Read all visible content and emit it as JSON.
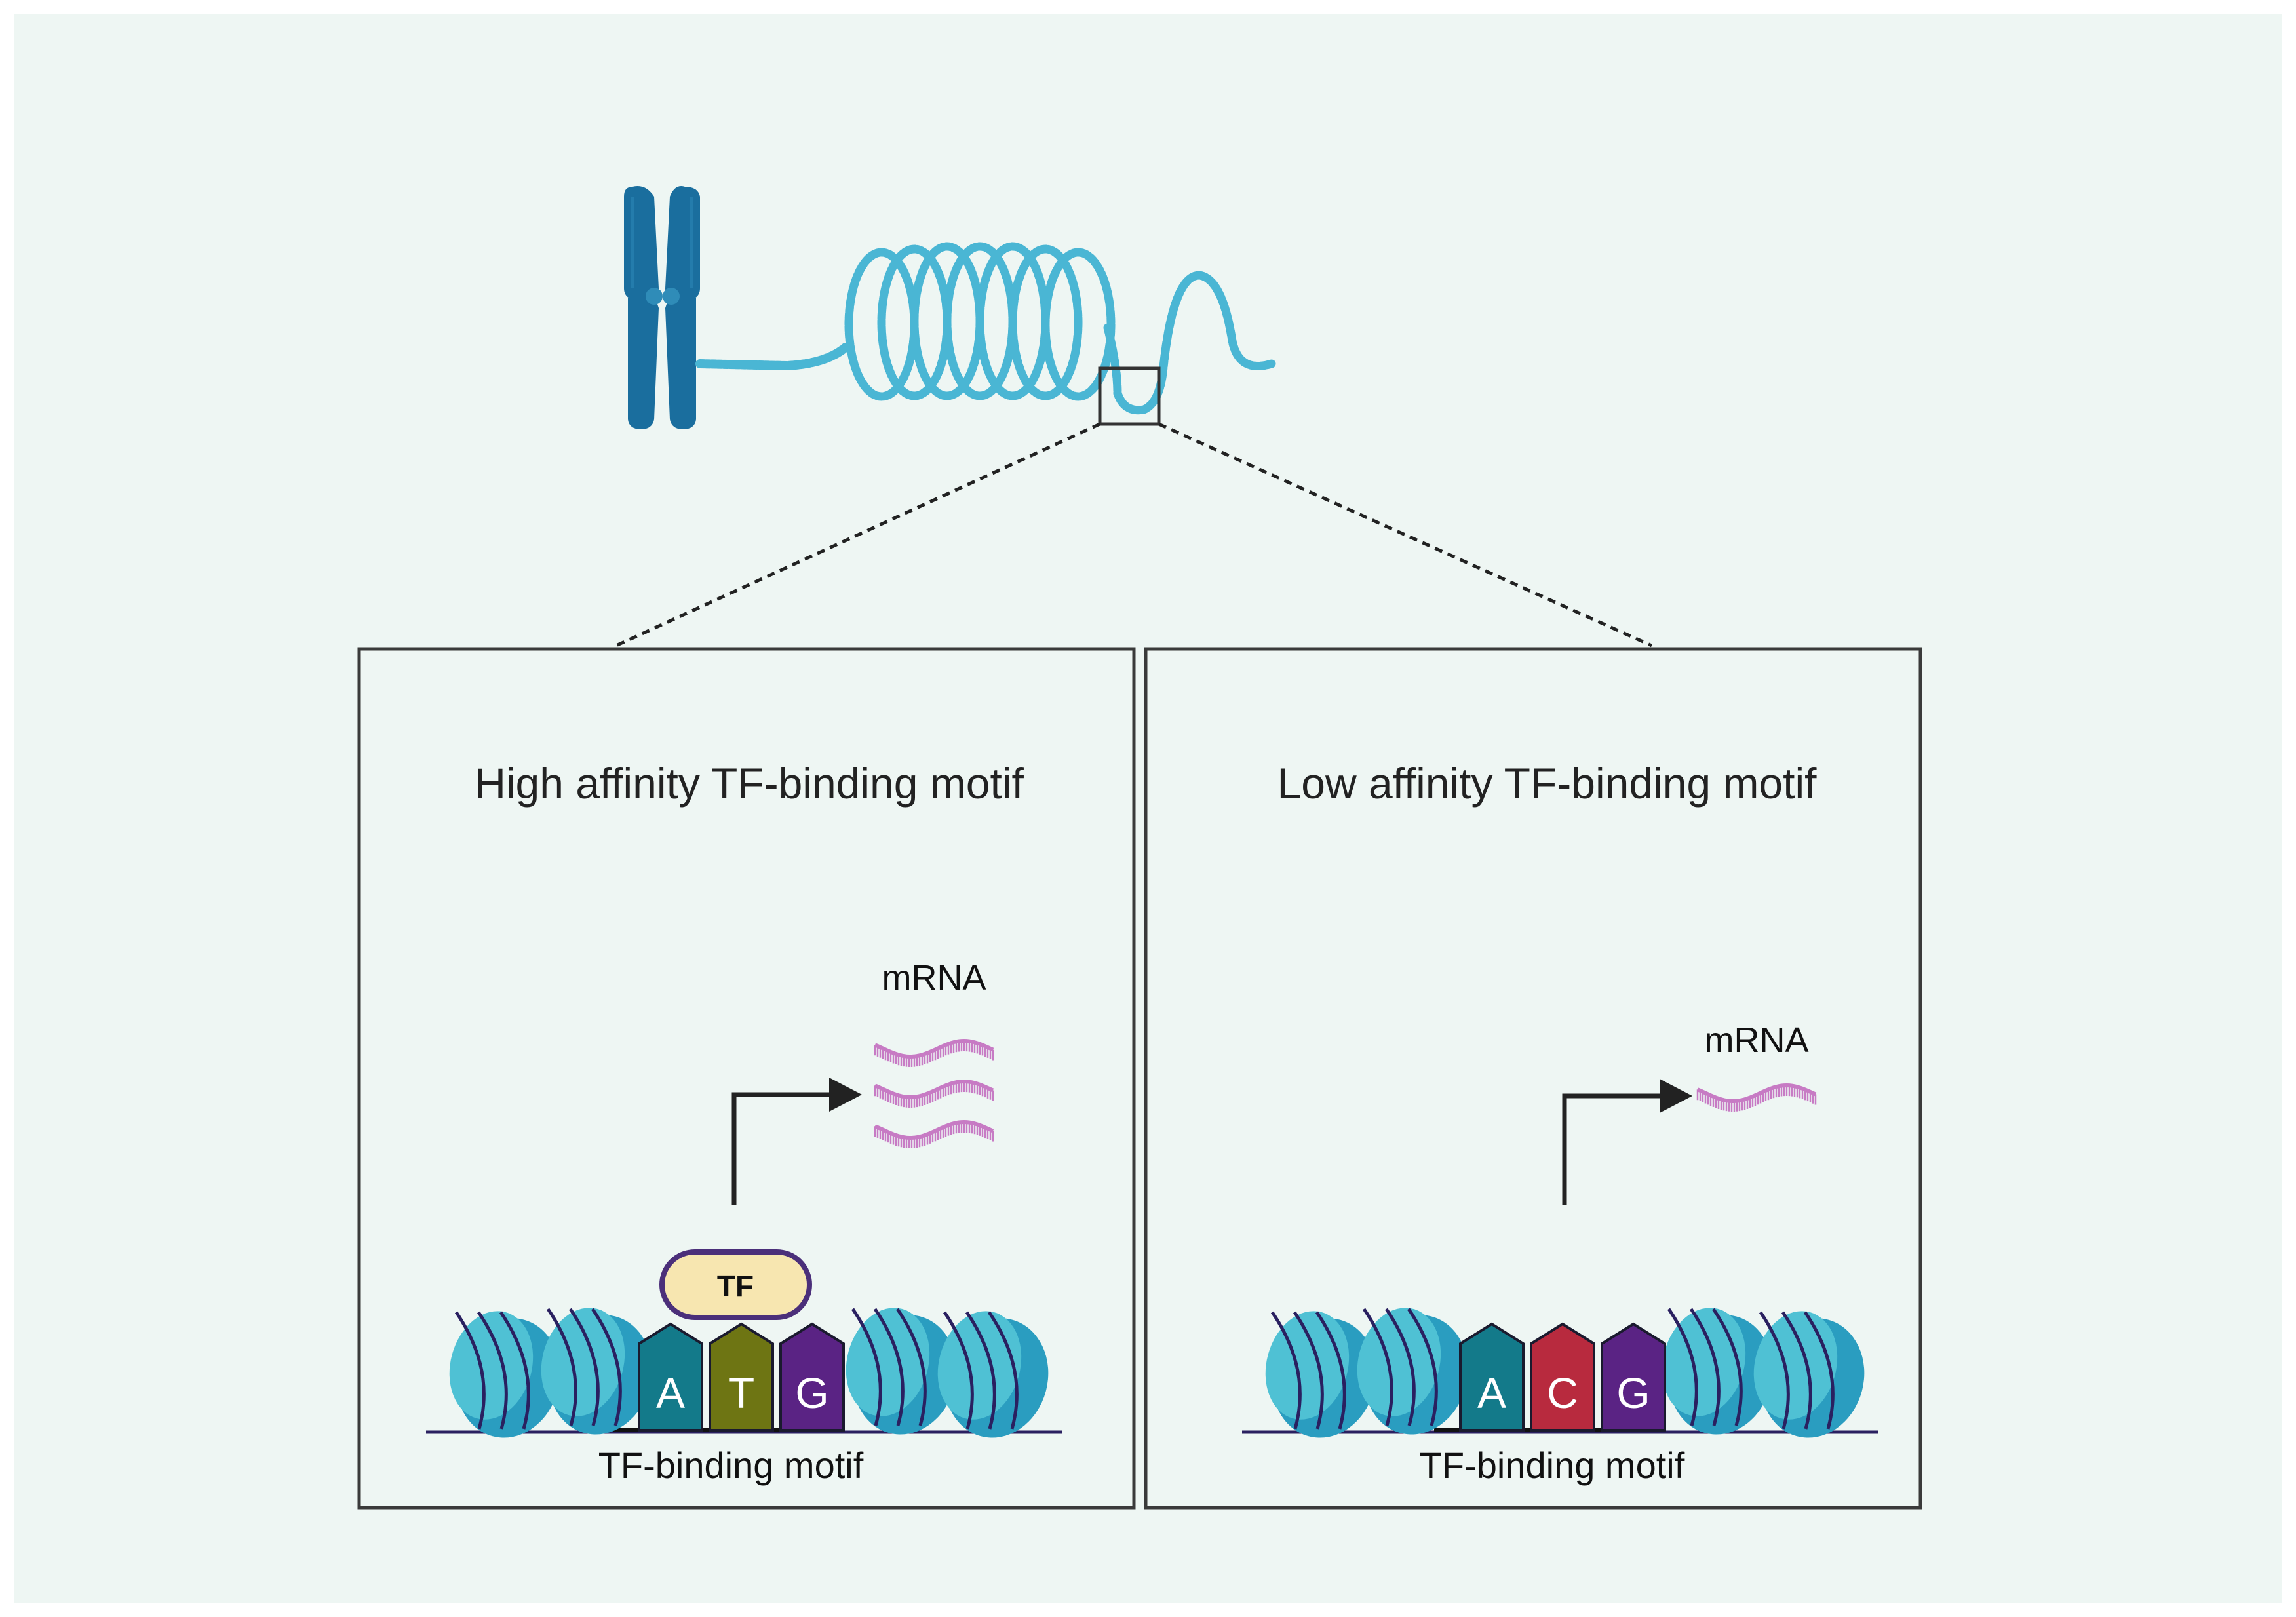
{
  "colors": {
    "background": "#eef6f3",
    "chromosome": "#1a6e9e",
    "chromatin": "#4ab6d4",
    "nucleosome": "#4fc1d4",
    "nucleosome_dark": "#2a9dc0",
    "dna_wrap": "#2a2060",
    "mrna": "#c77bc4",
    "tf_fill": "#f7e6b0",
    "tf_stroke": "#4b2f7a",
    "base_A": "#137a8a",
    "base_T": "#6e7513",
    "base_G": "#5a2384",
    "base_C": "#b82a3e",
    "panel_border": "#3a3a3a",
    "line": "#222222"
  },
  "panels": [
    {
      "title": "High affinity TF-binding motif",
      "mrna_label": "mRNA",
      "mrna_copies": 3,
      "tf_label": "TF",
      "tf_bound": true,
      "motif_bases": [
        "A",
        "T",
        "G"
      ],
      "motif_label": "TF-binding motif"
    },
    {
      "title": "Low affinity TF-binding motif",
      "mrna_label": "mRNA",
      "mrna_copies": 1,
      "tf_bound": false,
      "motif_bases": [
        "A",
        "C",
        "G"
      ],
      "motif_label": "TF-binding motif"
    }
  ],
  "icons": [
    "chromosome-icon",
    "chromatin-coil-icon",
    "zoom-box",
    "nucleosome-icon",
    "mrna-icon",
    "transcription-arrow-icon"
  ]
}
